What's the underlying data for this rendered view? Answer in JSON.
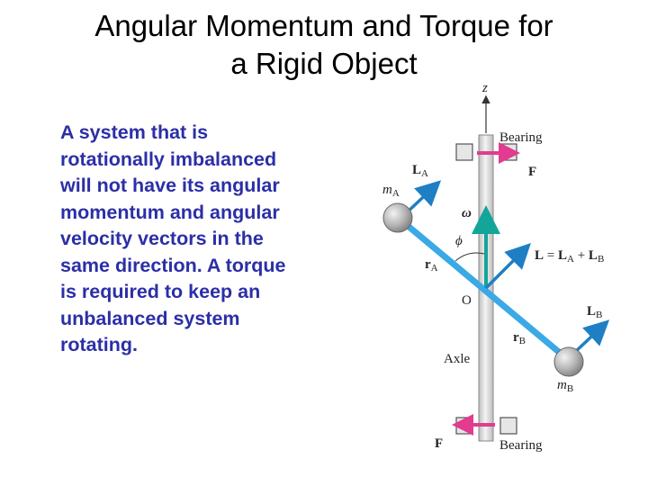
{
  "slide": {
    "title_lines": [
      "Angular Momentum and Torque for",
      "a Rigid Object"
    ],
    "body_lines": [
      "A system that is",
      "rotationally imbalanced",
      "will not have its angular",
      "momentum and angular",
      "velocity vectors in the",
      "same direction. A torque",
      "is required to keep an",
      "unbalanced system",
      "rotating."
    ]
  },
  "figure": {
    "labels": {
      "z": "z",
      "bearing_top": "Bearing",
      "bearing_bottom": "Bearing",
      "force_top": "F",
      "force_bottom": "F",
      "L_A": "L",
      "L_A_sub": "A",
      "m_A": "m",
      "m_A_sub": "A",
      "omega": "ω",
      "phi": "ϕ",
      "r_A": "r",
      "r_A_sub": "A",
      "L_total": "L",
      "L_eq": " =  ",
      "L_sum_A": "L",
      "L_sum_A_sub": "A",
      "L_plus": " + ",
      "L_sum_B": "L",
      "L_sum_B_sub": "B",
      "O": "O",
      "L_B": "L",
      "L_B_sub": "B",
      "r_B": "r",
      "r_B_sub": "B",
      "axle": "Axle",
      "m_B": "m",
      "m_B_sub": "B"
    },
    "colors": {
      "rod": "#3aa9e6",
      "momentum_arrow": "#1f7fc4",
      "omega_arrow": "#13a59a",
      "force_arrow": "#e23b8f",
      "axle": "#d9d9d9",
      "mass": "#b8b8b8"
    }
  }
}
